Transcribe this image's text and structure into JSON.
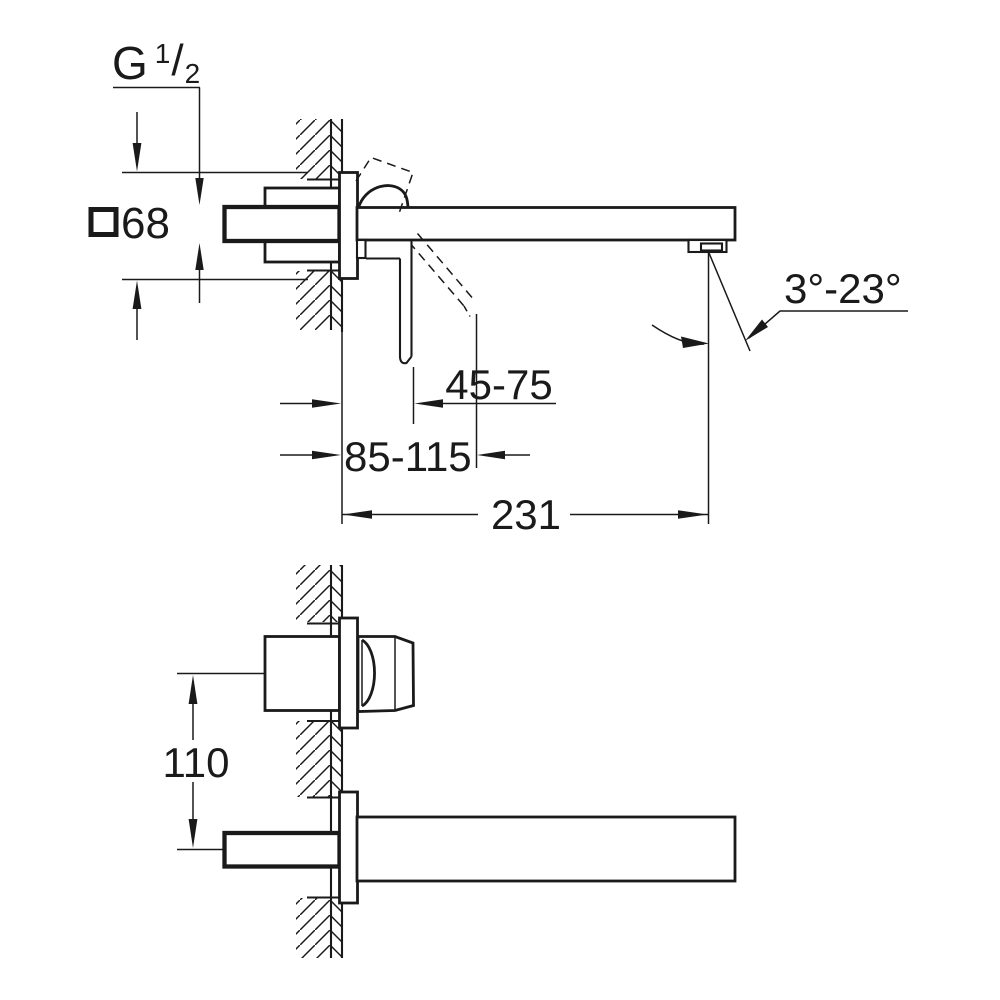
{
  "page": {
    "background_color": "#ffffff",
    "line_color": "#1a1a1a",
    "description_labels": {
      "thread": {
        "prefix": "G",
        "numerator": "1",
        "slash": "/",
        "denominator": "2"
      },
      "escutcheon_size": {
        "symbol": "square",
        "value": "68"
      },
      "lever_depth_range": "45-75",
      "rough_in_depth_range": "85-115",
      "spout_projection": "231",
      "spout_angle_range": "3°-23°",
      "handle_to_spout_distance": "110"
    }
  }
}
